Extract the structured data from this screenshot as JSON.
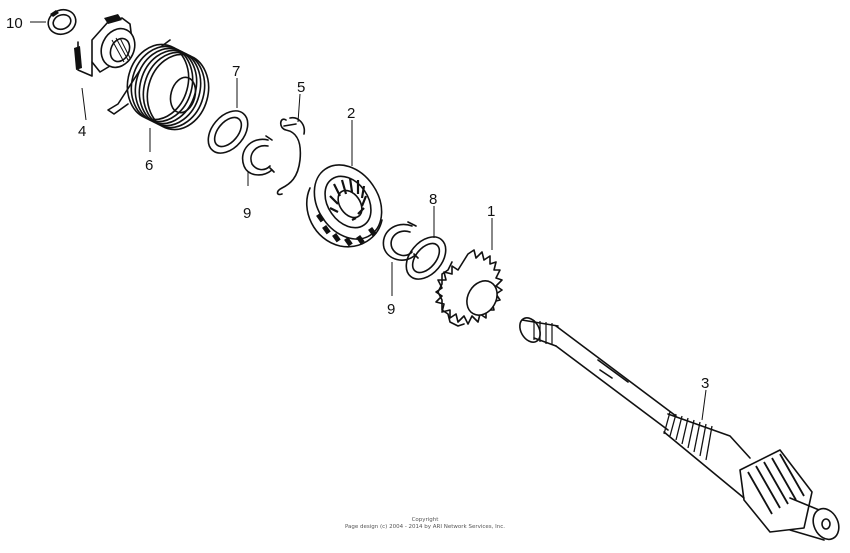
{
  "callouts": {
    "p10": "10",
    "p4": "4",
    "p6": "6",
    "p7": "7",
    "p9a": "9",
    "p5": "5",
    "p2": "2",
    "p8": "8",
    "p1": "1",
    "p9b": "9",
    "p3": "3"
  },
  "footer": {
    "line1": "Copyright",
    "line2": "Page design (c) 2004 - 2014 by ARI Network Services, Inc."
  }
}
